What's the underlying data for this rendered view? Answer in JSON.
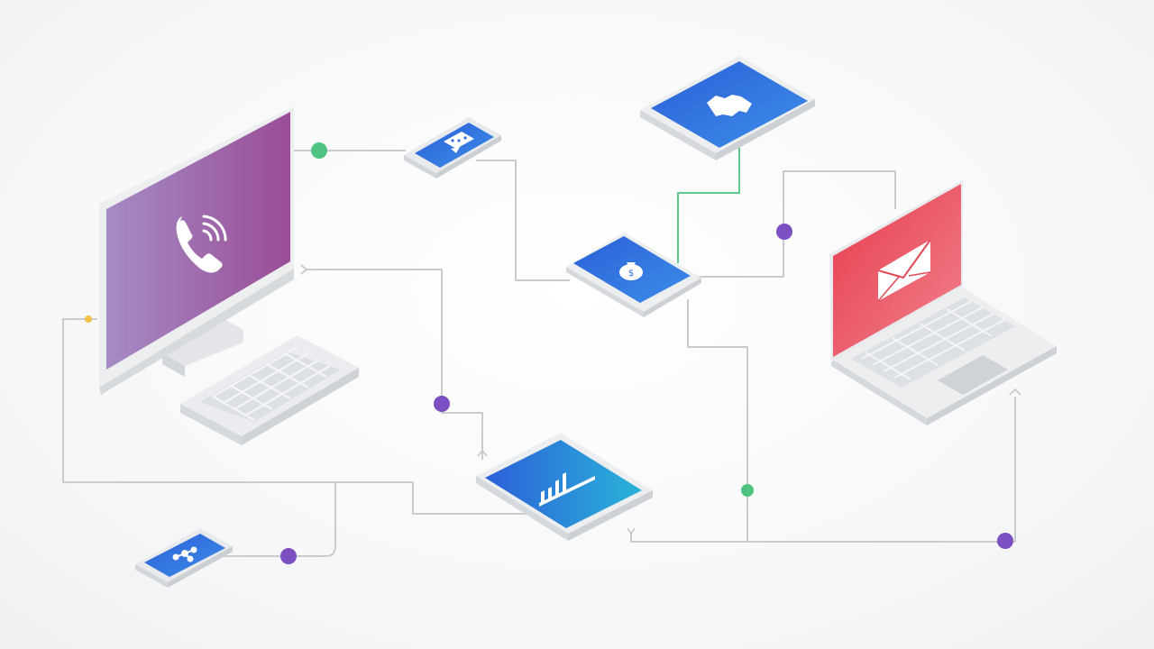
{
  "colors": {
    "background": "#f6f7f8",
    "connector": "#c9cccf",
    "connector_active": "#5dc98b",
    "node_purple": "#7c4fc3",
    "node_green": "#4fc482",
    "node_yellow": "#f2c04a",
    "screen_blue": "#2f6fe0",
    "screen_purple": "#9a4d9a",
    "screen_red": "#e24855",
    "device_body": "#e6e8eb"
  },
  "devices": [
    {
      "name": "desktop-monitor",
      "icon": "phone-call-icon",
      "screen_color": "purple"
    },
    {
      "name": "keyboard",
      "icon": "keyboard-icon"
    },
    {
      "name": "phone-top",
      "icon": "chat-bubble-icon",
      "screen_color": "blue"
    },
    {
      "name": "tablet-top",
      "icon": "handshake-icon",
      "screen_color": "blue"
    },
    {
      "name": "phone-center",
      "icon": "money-bag-icon",
      "screen_color": "blue"
    },
    {
      "name": "laptop",
      "icon": "envelope-icon",
      "screen_color": "red"
    },
    {
      "name": "tablet-bottom",
      "icon": "bar-chart-icon",
      "screen_color": "blue"
    },
    {
      "name": "phone-bottom",
      "icon": "network-icon",
      "screen_color": "blue"
    }
  ]
}
